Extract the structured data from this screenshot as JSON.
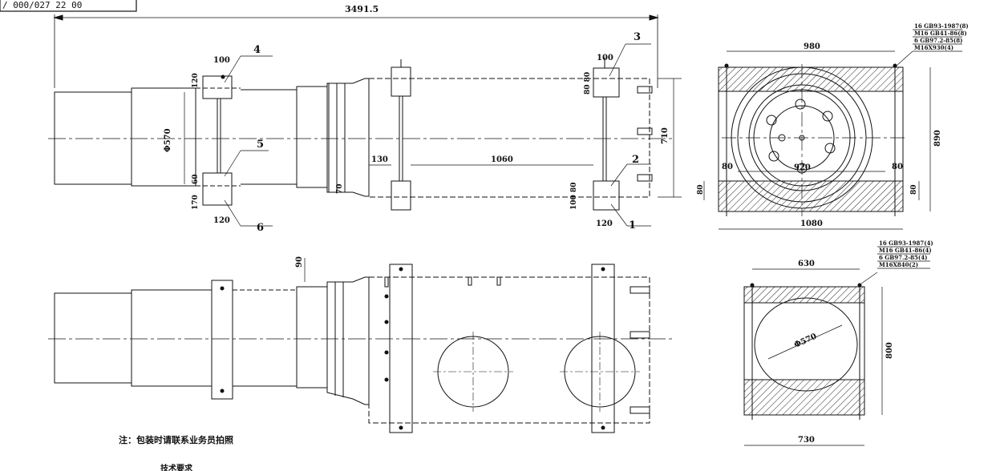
{
  "drawing_no": "/ 000/027 22 00",
  "top_view": {
    "overall_length": "3491.5",
    "dims": {
      "d100_a": "100",
      "d120_a": "120",
      "phi570": "Φ570",
      "d60": "60",
      "d170": "170",
      "d120_b": "120",
      "d80_80_a": "80 80",
      "d100_b": "100",
      "d710": "710",
      "d130": "130",
      "d1060": "1060",
      "d70": "70",
      "d100_80": "100 80",
      "d120_c": "120"
    },
    "balloons": [
      "1",
      "2",
      "3",
      "4",
      "5",
      "6"
    ]
  },
  "section_top": {
    "width_top": "980",
    "width_bottom": "1080",
    "height": "890",
    "inner_span": "920",
    "side_a": "80",
    "side_b": "80",
    "side_c": "80",
    "side_d": "80",
    "bom": [
      "16 GB93-1987(8)",
      "M16 GB41-86(8)",
      "6 GB97.2-85(8)",
      "M16X930(4)"
    ]
  },
  "bottom_view": {
    "dim90": "90"
  },
  "section_bottom": {
    "width_top": "630",
    "width_bottom": "730",
    "height": "800",
    "phi": "Φ570",
    "bom": [
      "16 GB93-1987(4)",
      "M16 GB41-86(4)",
      "6 GB97.2-85(4)",
      "M16X840(2)"
    ]
  },
  "notes": {
    "main": "注：包装时请联系业务员拍照",
    "sub": "技术要求"
  }
}
